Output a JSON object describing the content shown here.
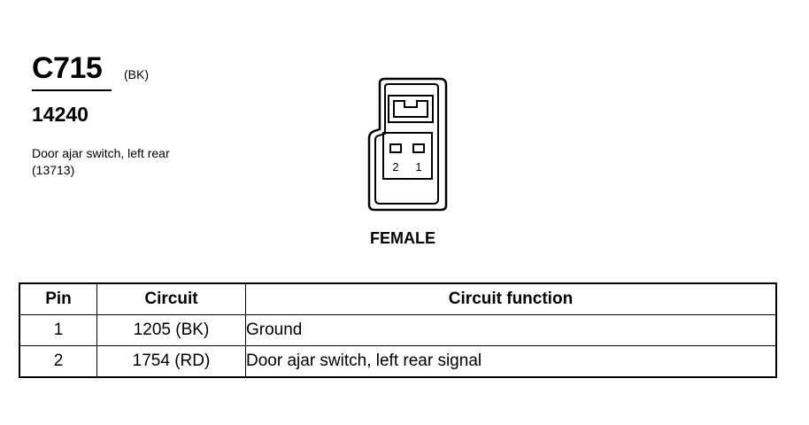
{
  "connector": {
    "id": "C715",
    "color": "(BK)",
    "part_number": "14240",
    "description": "Door ajar switch, left rear (13713)",
    "gender": "FEMALE",
    "pin_labels": [
      "2",
      "1"
    ]
  },
  "table": {
    "headers": {
      "pin": "Pin",
      "circuit": "Circuit",
      "function": "Circuit function"
    },
    "rows": [
      {
        "pin": "1",
        "circuit": "1205 (BK)",
        "function": "Ground"
      },
      {
        "pin": "2",
        "circuit": "1754 (RD)",
        "function": "Door ajar switch, left rear  signal"
      }
    ]
  }
}
